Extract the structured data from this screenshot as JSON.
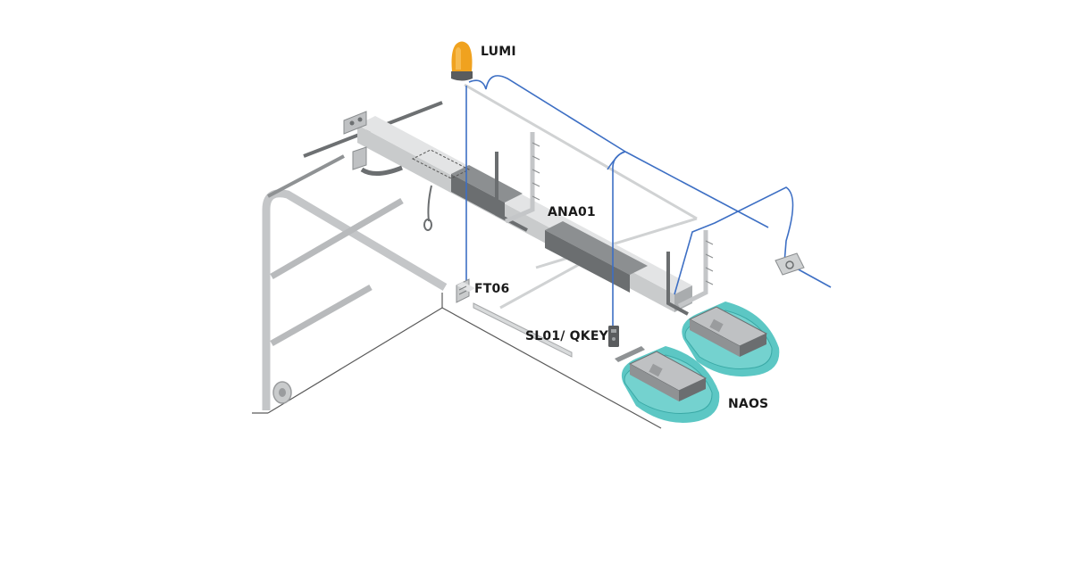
{
  "labels": {
    "lumi": "LUMI",
    "ana01": "ANA01",
    "ft06": "FT06",
    "sl01_qkey": "SL01/ QKEY",
    "naos": "NAOS"
  },
  "colors": {
    "wire": "#3d6fc4",
    "rail": "#c9cbcc",
    "rail_shadow": "#a9acae",
    "motor_dark": "#6b6e70",
    "lamp": "#f0a21f",
    "teal": "#5cc7c4",
    "teal_dark": "#3aa9a6",
    "door_frame": "#c4c6c8",
    "floor_line": "#4a4a4a"
  }
}
